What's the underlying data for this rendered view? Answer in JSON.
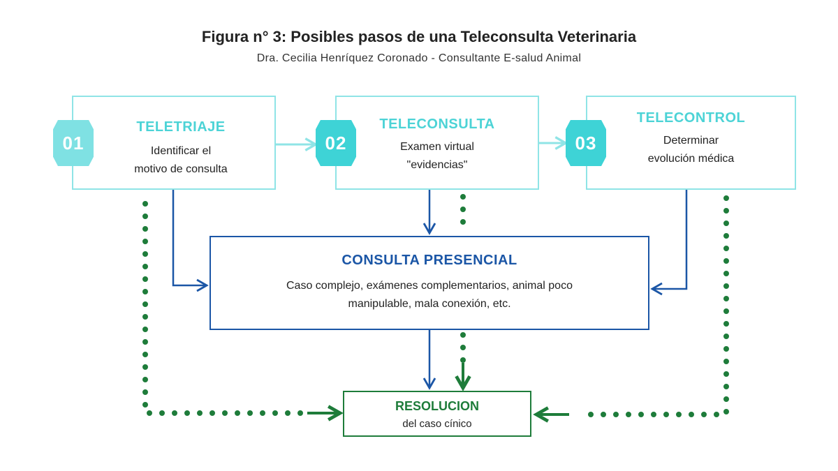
{
  "title": "Figura n° 3: Posibles pasos de una Teleconsulta Veterinaria",
  "subtitle": "Dra. Cecilia Henríquez Coronado - Consultante E-salud Animal",
  "colors": {
    "step_border": "#8fe4e6",
    "step_heading": "#4cd3d6",
    "badge_light": "#7fe1e3",
    "badge_dark": "#3ed3d6",
    "presencial": "#1b56a6",
    "resolucion": "#1e7c3a",
    "dotted_green": "#1e7c3a"
  },
  "steps": [
    {
      "number": "01",
      "heading": "TELETRIAJE",
      "line1": "Identificar el",
      "line2": "motivo de consulta"
    },
    {
      "number": "02",
      "heading": "TELECONSULTA",
      "line1": "Examen virtual",
      "line2": "\"evidencias\""
    },
    {
      "number": "03",
      "heading": "TELECONTROL",
      "line1": "Determinar",
      "line2": "evolución médica"
    }
  ],
  "presencial": {
    "heading": "CONSULTA PRESENCIAL",
    "line1": "Caso complejo, exámenes complementarios, animal poco",
    "line2": "manipulable, mala conexión, etc."
  },
  "resolucion": {
    "heading": "RESOLUCION",
    "line1": "del caso cínico"
  }
}
